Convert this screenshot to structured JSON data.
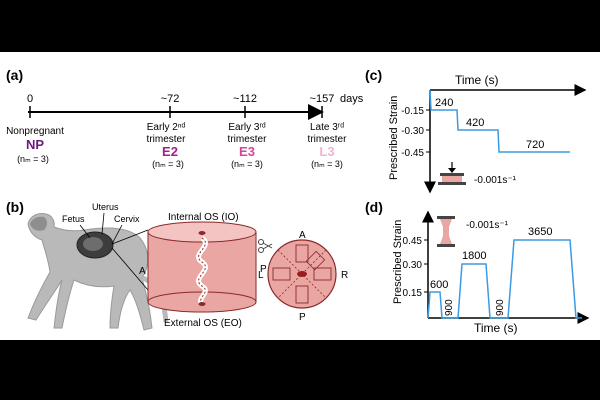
{
  "panel_a": {
    "label": "(a)",
    "days_unit": "days",
    "points": [
      {
        "day": "0",
        "desc_lines": [
          "Nonpregnant"
        ],
        "code": "NP",
        "n": "(nₘ = 3)"
      },
      {
        "day": "~72",
        "desc_lines": [
          "Early 2ⁿᵈ",
          "trimester"
        ],
        "code": "E2",
        "n": "(nₘ = 3)"
      },
      {
        "day": "~112",
        "desc_lines": [
          "Early 3ʳᵈ",
          "trimester"
        ],
        "code": "E3",
        "n": "(nₘ = 3)"
      },
      {
        "day": "~157",
        "desc_lines": [
          "Late 3ʳᵈ",
          "trimester"
        ],
        "code": "L3",
        "n": "(nₘ = 3)"
      }
    ],
    "colors": {
      "NP": "#6a1b7a",
      "E2": "#a0208f",
      "E3": "#d6449a",
      "L3": "#f2b3cf"
    }
  },
  "panel_b": {
    "label": "(b)",
    "fetus": "Fetus",
    "uterus": "Uterus",
    "cervix": "Cervix",
    "internal_os": "Internal OS (IO)",
    "external_os": "External OS (EO)",
    "dir_a": "A",
    "dir_p": "P",
    "dir_l": "L",
    "dir_r": "R"
  },
  "panel_c": {
    "label": "(c)",
    "x_title": "Time (s)",
    "y_title": "Prescribed Strain",
    "ticks": [
      "-0.15",
      "-0.30",
      "-0.45"
    ],
    "hold_labels": [
      "240",
      "420",
      "720"
    ],
    "rate_label": "-0.001s⁻¹",
    "chart_data": {
      "type": "line",
      "y_ticks": [
        -0.15,
        -0.3,
        -0.45
      ],
      "holds": [
        {
          "duration_s": 240,
          "strain": -0.15
        },
        {
          "duration_s": 420,
          "strain": -0.3
        },
        {
          "duration_s": 720,
          "strain": -0.45
        }
      ],
      "strain_rate": -0.001
    }
  },
  "panel_d": {
    "label": "(d)",
    "x_title": "Time (s)",
    "y_title": "Prescribed Strain",
    "ticks": [
      "0.45",
      "0.30",
      "0.15"
    ],
    "hold_labels": [
      "600",
      "1800",
      "3650"
    ],
    "rest_labels": [
      "900",
      "900"
    ],
    "rate_label": "-0.001s⁻¹",
    "chart_data": {
      "type": "line",
      "y_ticks": [
        0.15,
        0.3,
        0.45
      ],
      "holds": [
        {
          "duration_s": 600,
          "strain": 0.15
        },
        {
          "duration_s": 1800,
          "strain": 0.3
        },
        {
          "duration_s": 3650,
          "strain": 0.45
        }
      ],
      "rests_s": [
        900,
        900
      ],
      "strain_rate": -0.001
    }
  },
  "colors": {
    "curve": "#3b9ae1",
    "cervix_fill": "#e9a6a3",
    "cervix_stroke": "#8a2a2a"
  }
}
